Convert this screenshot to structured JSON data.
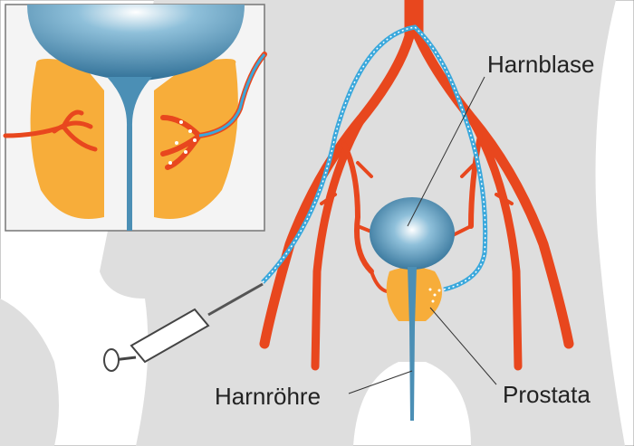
{
  "labels": {
    "bladder": "Harnblase",
    "prostate": "Prostata",
    "urethra": "Harnröhre"
  },
  "colors": {
    "artery": "#e8471e",
    "catheter": "#3aa8dc",
    "prostate": "#f7ad3a",
    "bladder": "#3a7fa6",
    "body": "#dedede"
  }
}
